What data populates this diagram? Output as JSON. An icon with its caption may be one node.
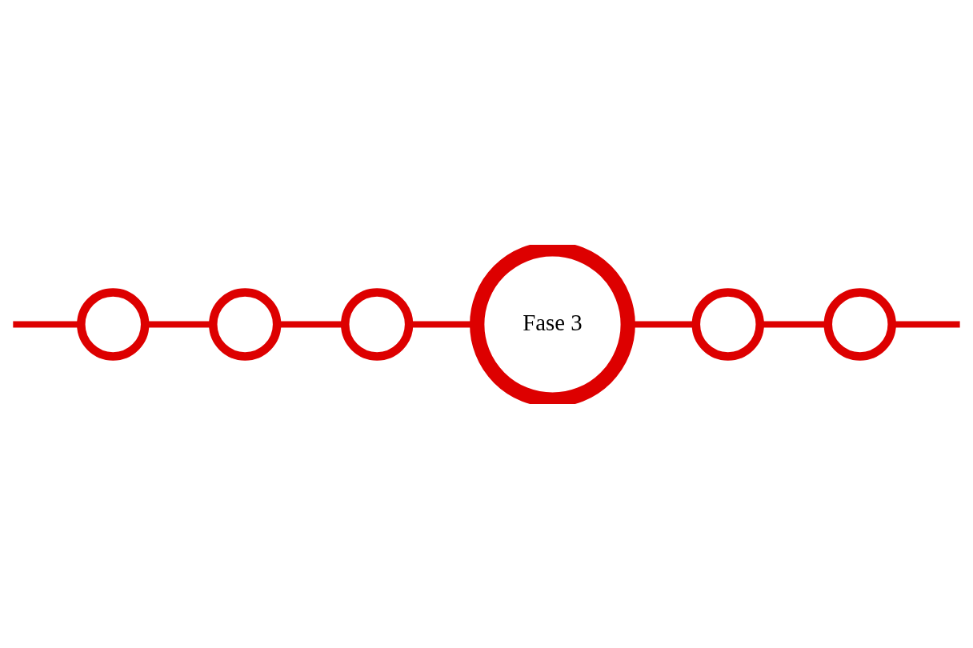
{
  "diagram": {
    "nodes": [
      {
        "text": [],
        "shape": "circle"
      },
      {
        "text": [],
        "shape": "circle"
      },
      {
        "text": [],
        "shape": "circle"
      },
      {
        "text": [
          "Fase 3"
        ]
      },
      {
        "text": [],
        "shape": "circle"
      },
      {
        "text": [],
        "shape": "circle"
      }
    ],
    "edges": [
      {
        "from": null,
        "to": 0,
        "arrow": "none"
      },
      {
        "from": 0,
        "to": 1,
        "arrow": "none"
      },
      {
        "from": 1,
        "to": 2,
        "arrow": "none"
      },
      {
        "from": 2,
        "to": 3,
        "arrow": "none"
      },
      {
        "from": 3,
        "to": 4,
        "arrow": "none"
      },
      {
        "from": 4,
        "to": 5,
        "arrow": "none"
      },
      {
        "from": 5,
        "to": null,
        "arrow": "none"
      }
    ]
  }
}
